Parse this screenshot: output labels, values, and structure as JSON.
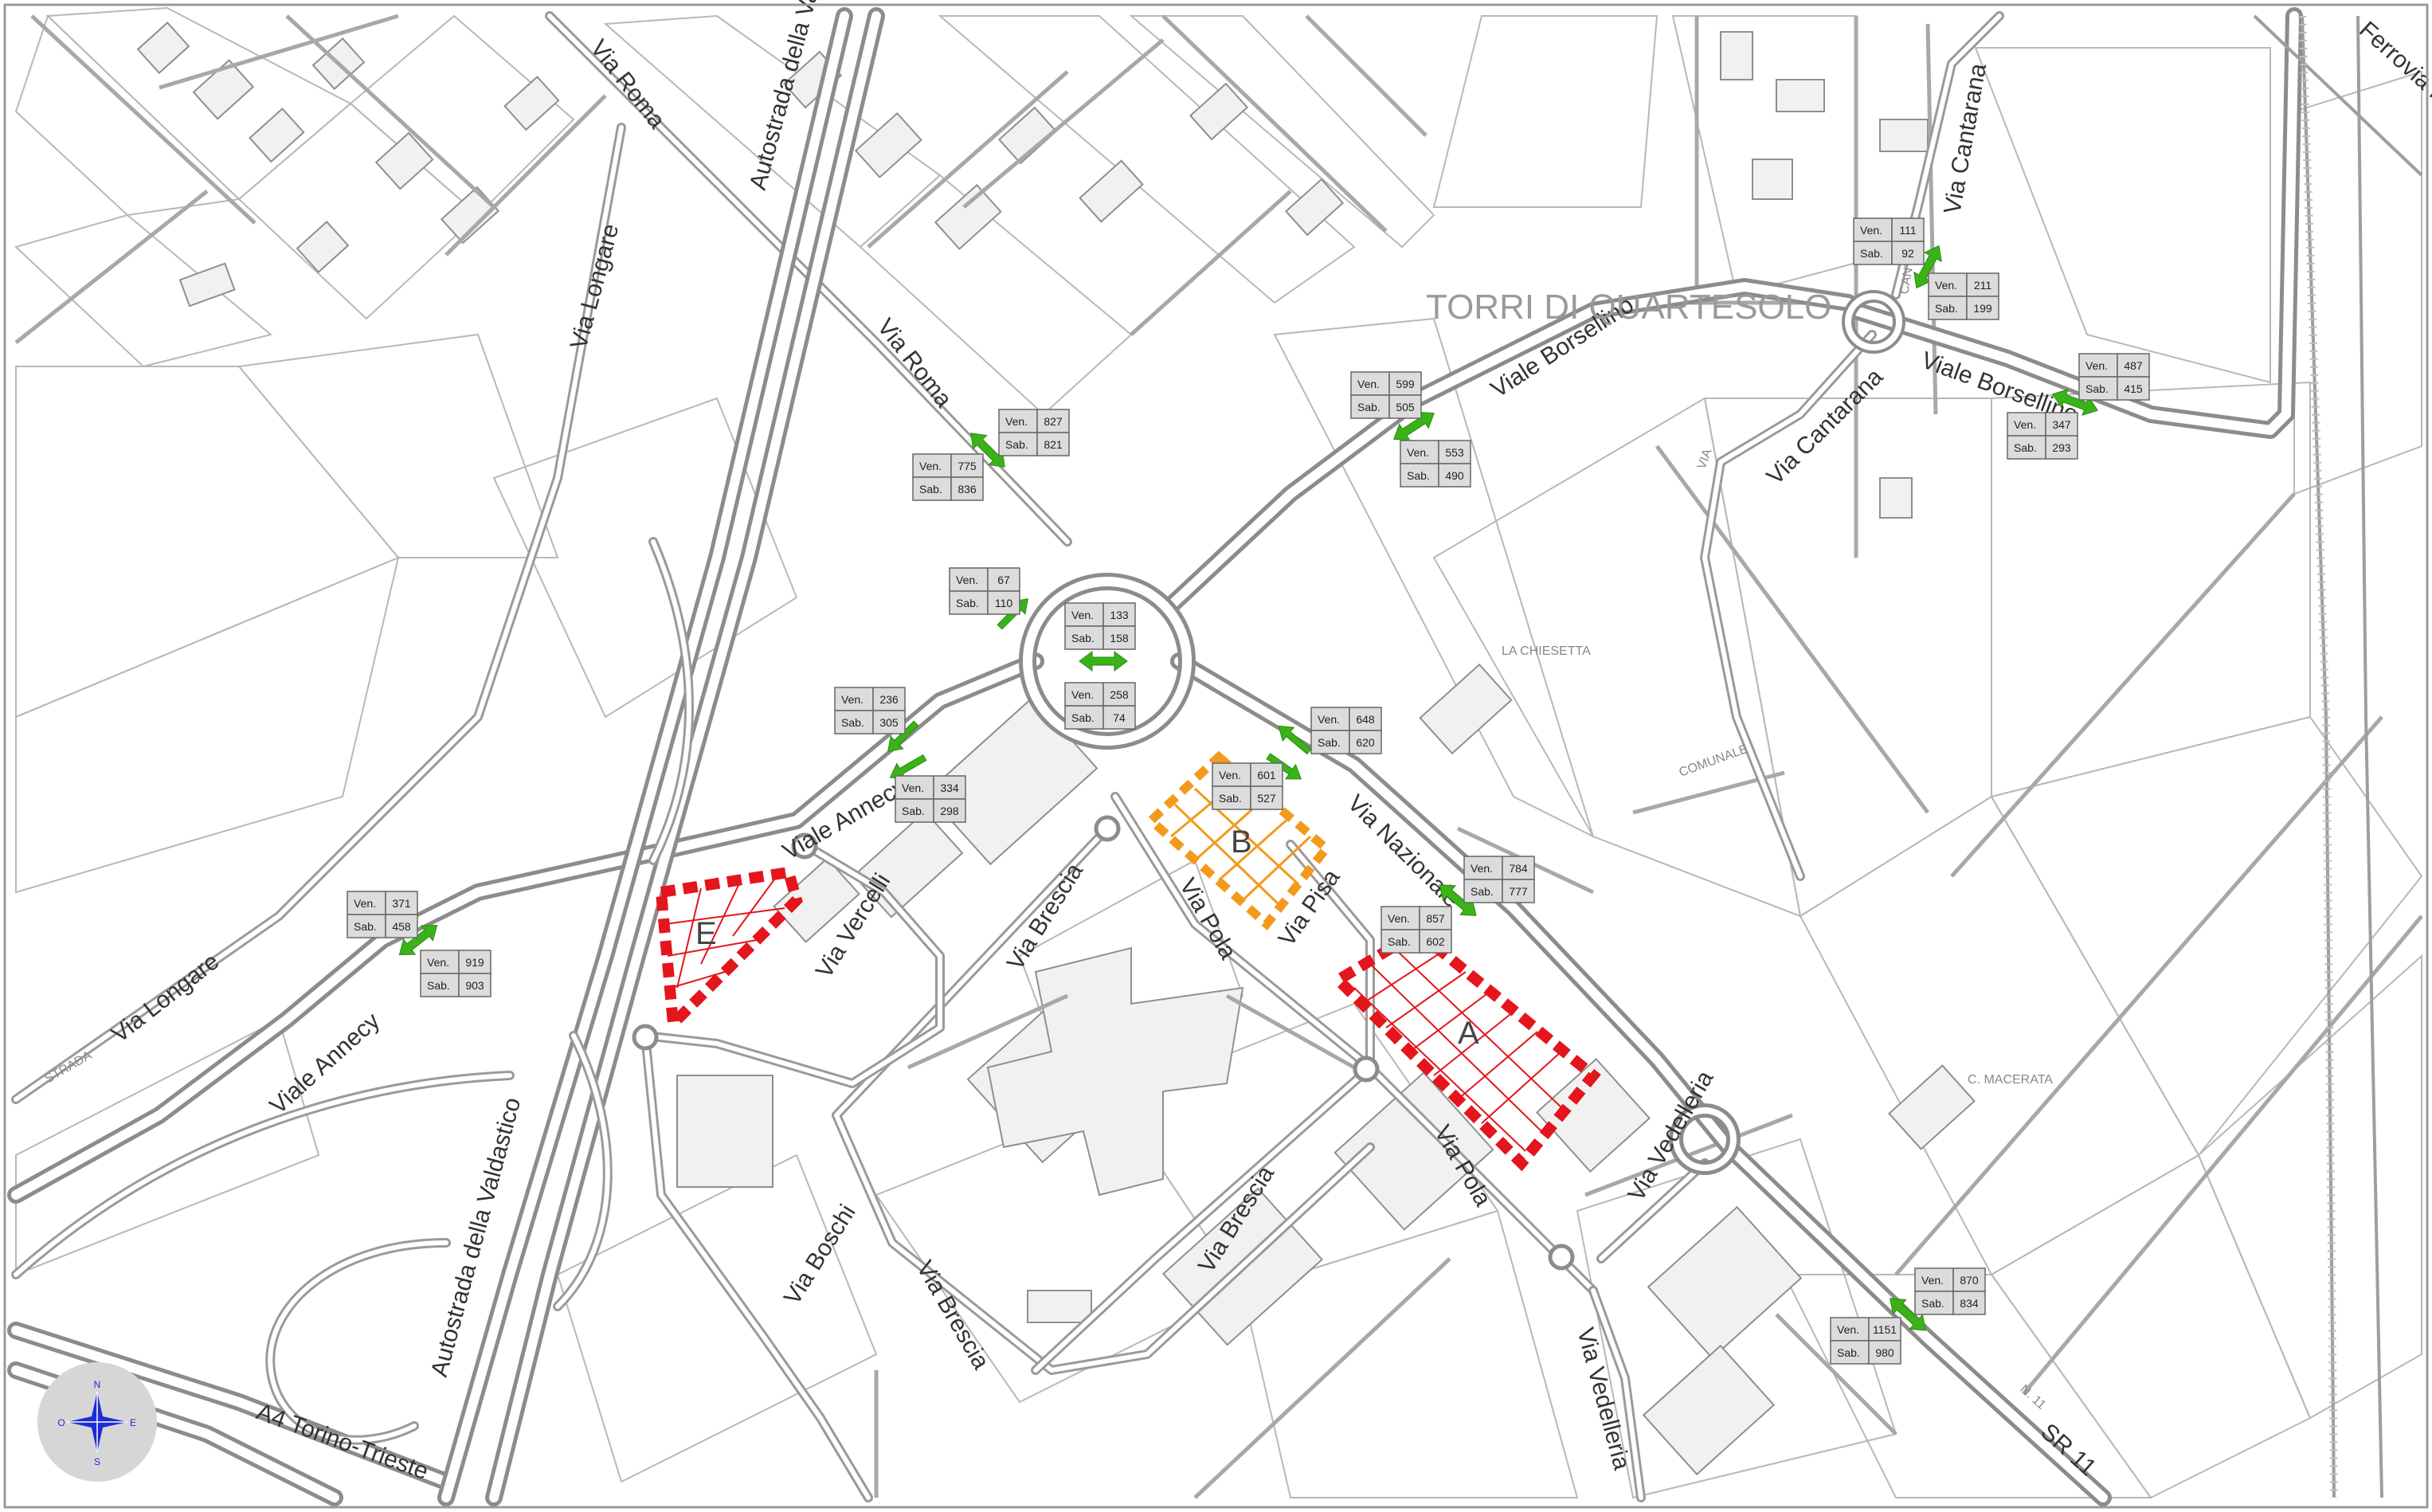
{
  "map": {
    "streets": [
      "Via Roma",
      "Via Roma",
      "Autostrada della Valdastico",
      "Autostrada della Valdastico",
      "Via Longare",
      "Via Longare",
      "Viale Borsellino",
      "Viale Borsellino",
      "Via Cantarana",
      "Via Cantarana",
      "Viale Annecy",
      "Viale Annecy",
      "Via Vercelli",
      "Via Brescia",
      "Via Brescia",
      "Via Brescia",
      "Via Pola",
      "Via Pola",
      "Via Pisa",
      "Via Nazionale",
      "Via Vedelleria",
      "Via Vedelleria",
      "Via Boschi",
      "A4 Torino-Trieste",
      "SR 11",
      "Ferrovia MI-VE"
    ],
    "places": [
      "TORRI DI QUARTESOLO",
      "LA CHIESETTA",
      "C. MACERATA",
      "COMUNALE",
      "STRADA",
      "VIA",
      "CANTARANA",
      "N. 11"
    ],
    "zones": [
      {
        "id": "A",
        "status_color": "#e4151c"
      },
      {
        "id": "B",
        "status_color": "#f39a1d"
      },
      {
        "id": "E",
        "status_color": "#e4151c"
      }
    ],
    "compass": {
      "n": "N",
      "s": "S",
      "e": "E",
      "w": "O"
    },
    "count_rows": [
      "Ven.",
      "Sab."
    ],
    "counts": [
      {
        "ven": "827",
        "sab": "821"
      },
      {
        "ven": "775",
        "sab": "836"
      },
      {
        "ven": "599",
        "sab": "505"
      },
      {
        "ven": "553",
        "sab": "490"
      },
      {
        "ven": "111",
        "sab": "92"
      },
      {
        "ven": "211",
        "sab": "199"
      },
      {
        "ven": "487",
        "sab": "415"
      },
      {
        "ven": "347",
        "sab": "293"
      },
      {
        "ven": "67",
        "sab": "110"
      },
      {
        "ven": "133",
        "sab": "158"
      },
      {
        "ven": "258",
        "sab": "74"
      },
      {
        "ven": "236",
        "sab": "305"
      },
      {
        "ven": "334",
        "sab": "298"
      },
      {
        "ven": "648",
        "sab": "620"
      },
      {
        "ven": "601",
        "sab": "527"
      },
      {
        "ven": "784",
        "sab": "777"
      },
      {
        "ven": "857",
        "sab": "602"
      },
      {
        "ven": "371",
        "sab": "458"
      },
      {
        "ven": "919",
        "sab": "903"
      },
      {
        "ven": "870",
        "sab": "834"
      },
      {
        "ven": "1151",
        "sab": "980"
      }
    ],
    "colors": {
      "arrow": "#3ab318",
      "zone_red": "#e4151c",
      "zone_orange": "#f39a1d",
      "compass": "#1c2bd8"
    }
  }
}
